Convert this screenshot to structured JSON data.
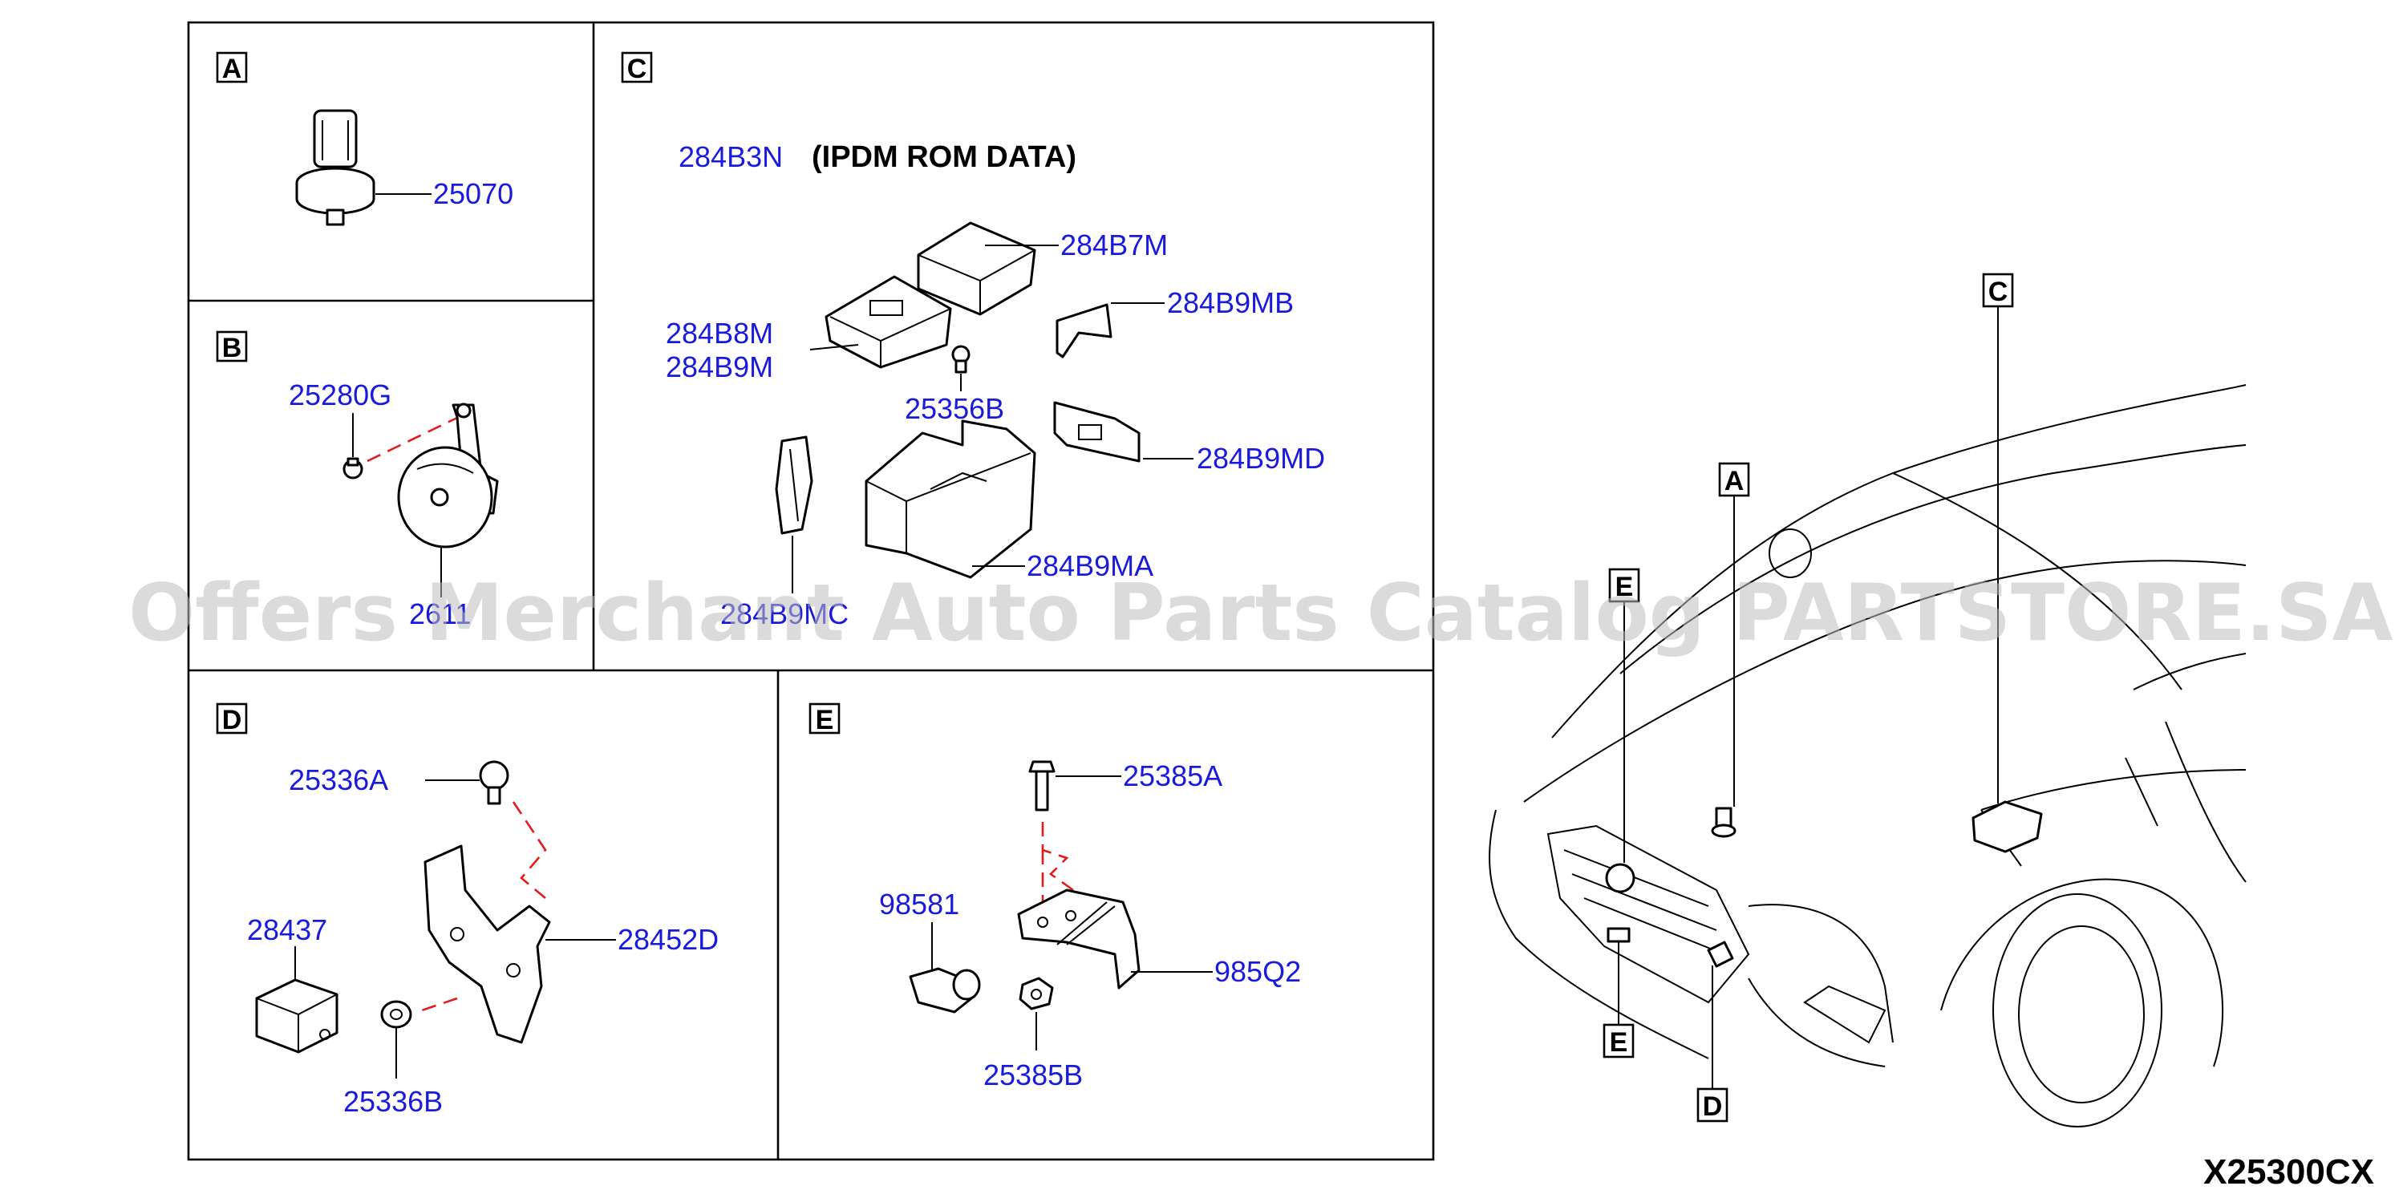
{
  "panels": {
    "A": {
      "label": "A",
      "parts": [
        "25070"
      ]
    },
    "B": {
      "label": "B",
      "parts": [
        "25280G",
        "2611"
      ]
    },
    "C": {
      "label": "C",
      "title_part": "284B3N",
      "title_text": "(IPDM ROM DATA)",
      "parts": [
        "284B7M",
        "284B9MB",
        "284B8M",
        "284B9M",
        "25356B",
        "284B9MD",
        "284B9MA",
        "284B9MC"
      ]
    },
    "D": {
      "label": "D",
      "parts": [
        "25336A",
        "28437",
        "28452D",
        "25336B"
      ]
    },
    "E": {
      "label": "E",
      "parts": [
        "25385A",
        "98581",
        "985Q2",
        "25385B"
      ]
    }
  },
  "vehicle_callouts": [
    "C",
    "A",
    "E",
    "E",
    "D"
  ],
  "watermark": "Offers Merchant Auto Parts Catalog PARTSTORE.SA",
  "diagram_code": "X25300CX"
}
